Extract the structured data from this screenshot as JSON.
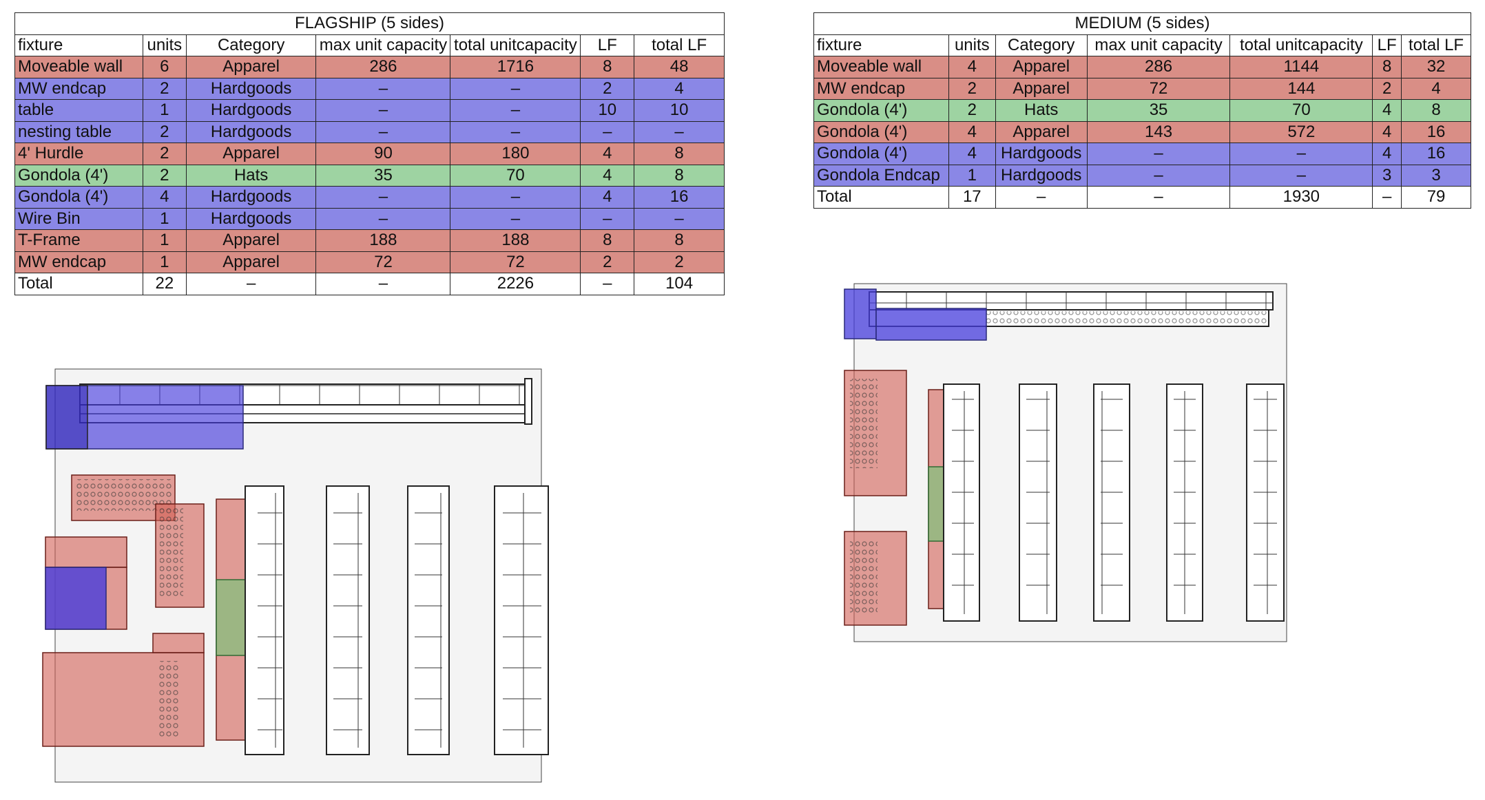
{
  "flagship": {
    "title": "FLAGSHIP (5 sides)",
    "headers": [
      "fixture",
      "units",
      "Category",
      "max unit capacity",
      "total unitcapacity",
      "LF",
      "total LF"
    ],
    "rows": [
      {
        "cells": [
          "Moveable wall",
          "6",
          "Apparel",
          "286",
          "1716",
          "8",
          "48"
        ],
        "cat": "apparel"
      },
      {
        "cells": [
          "MW endcap",
          "2",
          "Hardgoods",
          "–",
          "–",
          "2",
          "4"
        ],
        "cat": "hardgoods"
      },
      {
        "cells": [
          "table",
          "1",
          "Hardgoods",
          "–",
          "–",
          "10",
          "10"
        ],
        "cat": "hardgoods"
      },
      {
        "cells": [
          "nesting table",
          "2",
          "Hardgoods",
          "–",
          "–",
          "–",
          "–"
        ],
        "cat": "hardgoods"
      },
      {
        "cells": [
          "4' Hurdle",
          "2",
          "Apparel",
          "90",
          "180",
          "4",
          "8"
        ],
        "cat": "apparel"
      },
      {
        "cells": [
          "Gondola (4')",
          "2",
          "Hats",
          "35",
          "70",
          "4",
          "8"
        ],
        "cat": "hats"
      },
      {
        "cells": [
          "Gondola (4')",
          "4",
          "Hardgoods",
          "–",
          "–",
          "4",
          "16"
        ],
        "cat": "hardgoods"
      },
      {
        "cells": [
          "Wire Bin",
          "1",
          "Hardgoods",
          "–",
          "–",
          "–",
          "–"
        ],
        "cat": "hardgoods"
      },
      {
        "cells": [
          "T-Frame",
          "1",
          "Apparel",
          "188",
          "188",
          "8",
          "8"
        ],
        "cat": "apparel"
      },
      {
        "cells": [
          "MW endcap",
          "1",
          "Apparel",
          "72",
          "72",
          "2",
          "2"
        ],
        "cat": "apparel"
      },
      {
        "cells": [
          "Total",
          "22",
          "–",
          "–",
          "2226",
          "–",
          "104"
        ],
        "cat": "plain"
      }
    ]
  },
  "medium": {
    "title": "MEDIUM  (5 sides)",
    "headers": [
      "fixture",
      "units",
      "Category",
      "max unit capacity",
      "total unitcapacity",
      "LF",
      "total LF"
    ],
    "rows": [
      {
        "cells": [
          "Moveable wall",
          "4",
          "Apparel",
          "286",
          "1144",
          "8",
          "32"
        ],
        "cat": "apparel"
      },
      {
        "cells": [
          "MW endcap",
          "2",
          "Apparel",
          "72",
          "144",
          "2",
          "4"
        ],
        "cat": "apparel"
      },
      {
        "cells": [
          "Gondola (4')",
          "2",
          "Hats",
          "35",
          "70",
          "4",
          "8"
        ],
        "cat": "hats"
      },
      {
        "cells": [
          "Gondola (4')",
          "4",
          "Apparel",
          "143",
          "572",
          "4",
          "16"
        ],
        "cat": "apparel"
      },
      {
        "cells": [
          "Gondola (4')",
          "4",
          "Hardgoods",
          "–",
          "–",
          "4",
          "16"
        ],
        "cat": "hardgoods"
      },
      {
        "cells": [
          "Gondola Endcap",
          "1",
          "Hardgoods",
          "–",
          "–",
          "3",
          "3"
        ],
        "cat": "hardgoods"
      },
      {
        "cells": [
          "Total",
          "17",
          "–",
          "–",
          "1930",
          "–",
          "79"
        ],
        "cat": "plain"
      }
    ]
  },
  "colors": {
    "apparel": "#d98e86",
    "hardgoods": "#8a87e6",
    "hats": "#9ed3a2",
    "apparel_fill": "rgba(210,95,85,0.6)",
    "hardgoods_fill": "rgba(70,60,220,0.65)",
    "hats_fill": "rgba(110,200,120,0.6)"
  }
}
